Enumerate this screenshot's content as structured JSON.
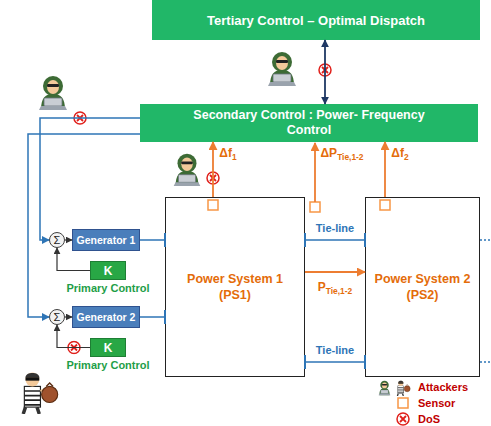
{
  "diagram": {
    "nodes": [
      {
        "text": [
          "Tertiary Control – Optimal Dispatch"
        ]
      },
      {
        "text": [
          "Secondary Control : Power- Frequency Control"
        ]
      },
      {
        "text": [
          "Σ"
        ]
      },
      {
        "text": [
          "Generator 1"
        ]
      },
      {
        "text": [
          "K",
          "Primary Control"
        ]
      },
      {
        "text": [
          "Σ"
        ]
      },
      {
        "text": [
          "Generator 2"
        ]
      },
      {
        "text": [
          "K",
          "Primary Control"
        ]
      },
      {
        "text": [
          "Power System 1 (PS1)"
        ]
      },
      {
        "text": [
          "Power System 2 (PS2)"
        ]
      }
    ],
    "edges": [
      {
        "from": 0,
        "to": 1,
        "arrow": "both"
      },
      {
        "from": 1,
        "to": 2,
        "arrow": "to"
      },
      {
        "from": 1,
        "to": 5,
        "arrow": "to"
      },
      {
        "from": 2,
        "to": 3,
        "arrow": "to"
      },
      {
        "from": 4,
        "to": 2,
        "arrow": "to"
      },
      {
        "from": 3,
        "to": 8,
        "arrow": "none"
      },
      {
        "from": 6,
        "to": 8,
        "arrow": "none"
      },
      {
        "from": 5,
        "to": 6,
        "arrow": "to"
      },
      {
        "from": 7,
        "to": 5,
        "arrow": "to"
      },
      {
        "from": 8,
        "to": 9,
        "label": "Tie-line",
        "arrow": "none"
      },
      {
        "from": 8,
        "to": 9,
        "label": "PTie,1-2",
        "arrow": "to"
      },
      {
        "from": 8,
        "to": 9,
        "label": "Tie-line",
        "arrow": "none"
      },
      {
        "from": 8,
        "to": 1,
        "label": "Δf1",
        "arrow": "to"
      },
      {
        "from": 9,
        "to": 1,
        "label": "Δf2",
        "arrow": "to"
      }
    ],
    "labels": [
      "ΔPTie,1-2"
    ],
    "legend": [
      {
        "text": "Attackers"
      },
      {
        "text": "Sensor"
      },
      {
        "text": "DoS"
      }
    ]
  }
}
